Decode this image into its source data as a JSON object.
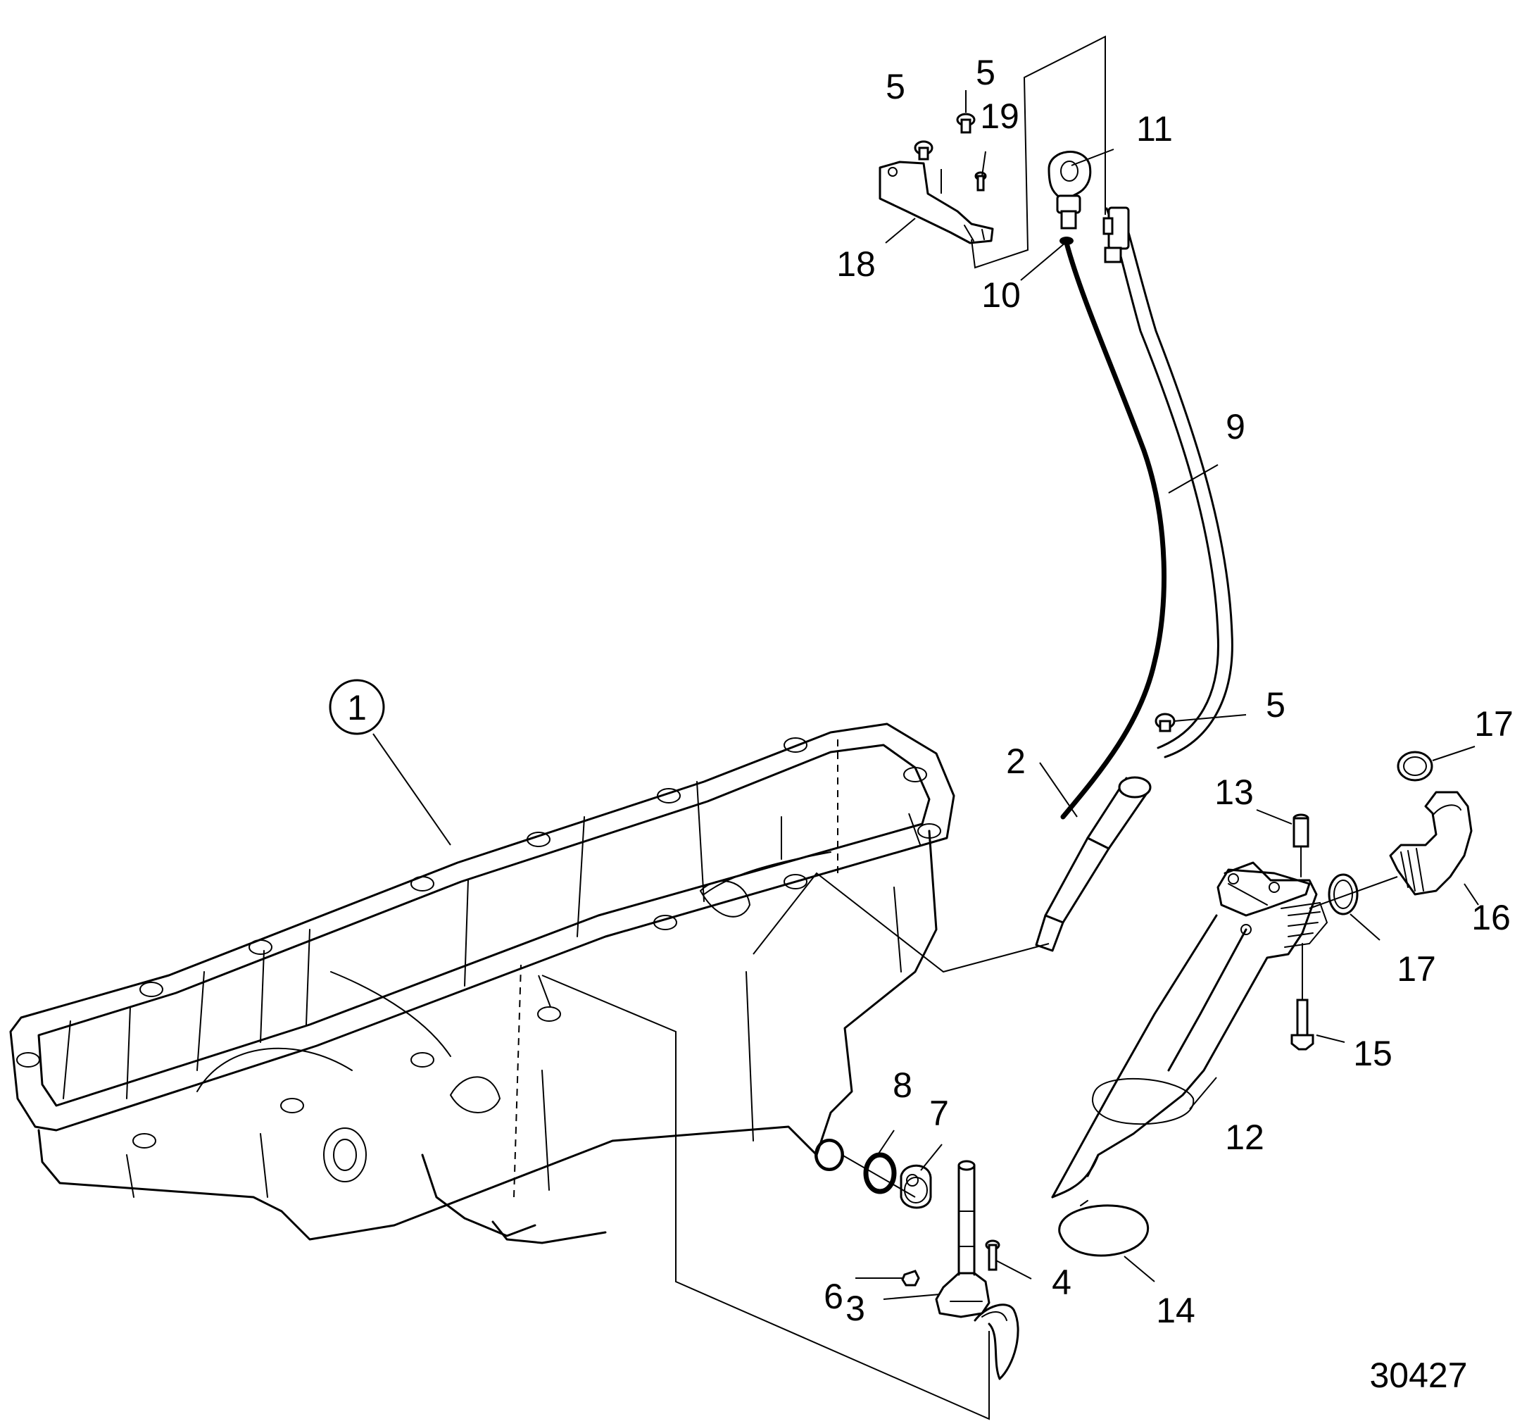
{
  "figure_id": "30427",
  "callouts": [
    {
      "key": "c1",
      "text": "1",
      "circled": true
    },
    {
      "key": "c2",
      "text": "2"
    },
    {
      "key": "c3",
      "text": "3"
    },
    {
      "key": "c4",
      "text": "4"
    },
    {
      "key": "c5a",
      "text": "5"
    },
    {
      "key": "c5b",
      "text": "5"
    },
    {
      "key": "c5c",
      "text": "5"
    },
    {
      "key": "c6",
      "text": "6"
    },
    {
      "key": "c7",
      "text": "7"
    },
    {
      "key": "c8",
      "text": "8"
    },
    {
      "key": "c9",
      "text": "9"
    },
    {
      "key": "c10",
      "text": "10"
    },
    {
      "key": "c11",
      "text": "11"
    },
    {
      "key": "c12",
      "text": "12"
    },
    {
      "key": "c13",
      "text": "13"
    },
    {
      "key": "c14",
      "text": "14"
    },
    {
      "key": "c15",
      "text": "15"
    },
    {
      "key": "c16",
      "text": "16"
    },
    {
      "key": "c17a",
      "text": "17"
    },
    {
      "key": "c17b",
      "text": "17"
    },
    {
      "key": "c18",
      "text": "18"
    },
    {
      "key": "c19",
      "text": "19"
    }
  ]
}
